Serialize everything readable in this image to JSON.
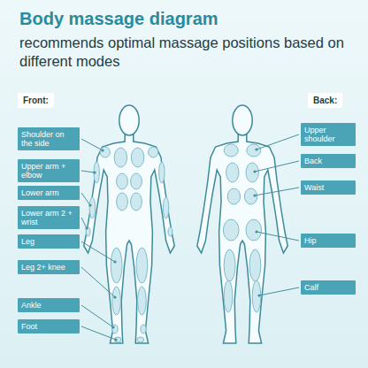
{
  "diagram": {
    "title": "Body massage diagram",
    "nodes": [
      {
        "text": [
          "Front:"
        ]
      },
      {
        "text": [
          "Back:"
        ]
      },
      {
        "text": [
          "Shoulder on the side"
        ]
      },
      {
        "text": [
          "Upper arm + elbow"
        ]
      },
      {
        "text": [
          "Lower arm"
        ]
      },
      {
        "text": [
          "Lower arm 2 + wrist"
        ]
      },
      {
        "text": [
          "Leg"
        ]
      },
      {
        "text": [
          "Leg 2+ knee"
        ]
      },
      {
        "text": [
          "Ankle"
        ]
      },
      {
        "text": [
          "Foot"
        ]
      },
      {
        "text": [
          "Upper shoulder"
        ]
      },
      {
        "text": [
          "Back"
        ]
      },
      {
        "text": [
          "Waist"
        ]
      },
      {
        "text": [
          "Hip"
        ]
      },
      {
        "text": [
          "Calf"
        ]
      }
    ],
    "labels": [
      "recommends optimal massage positions based on different modes"
    ]
  }
}
